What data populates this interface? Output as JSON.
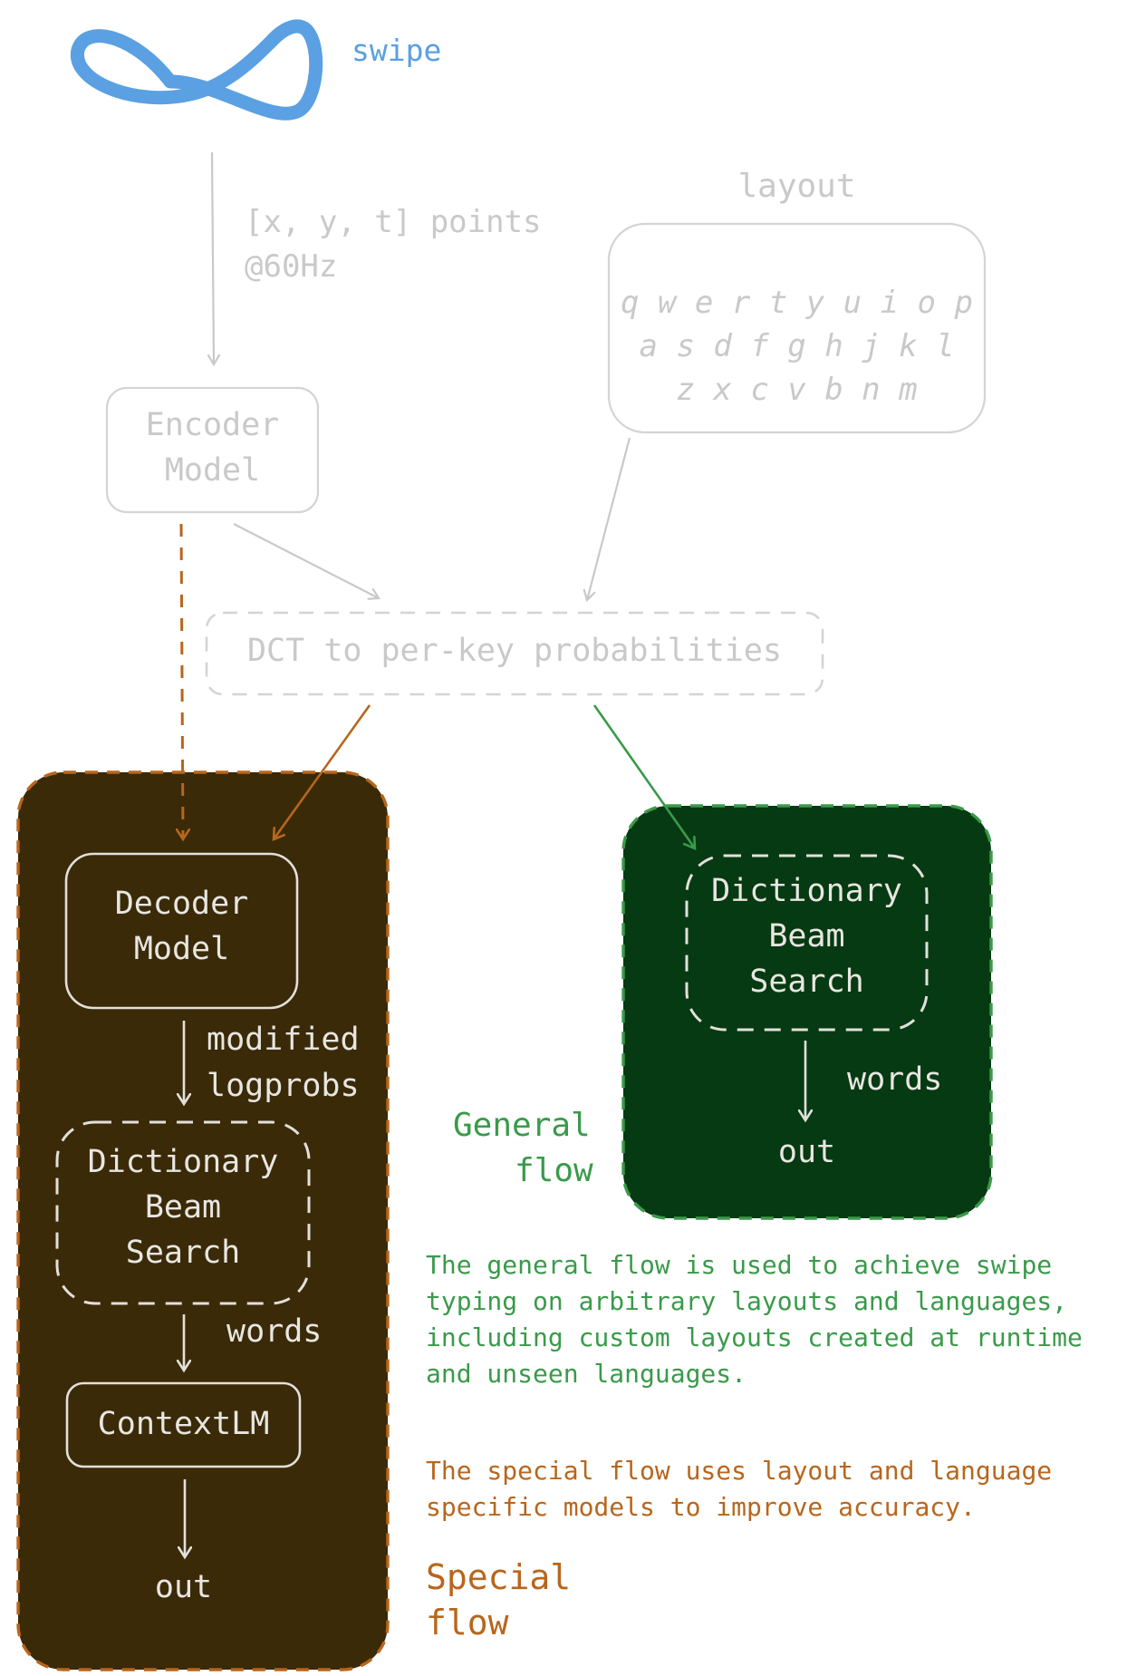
{
  "colors": {
    "grey": "#c9c9c9",
    "special_bg": "#3a2a08",
    "special_border": "#b8661c",
    "general_bg": "#063a12",
    "general_border": "#3a9a4a",
    "inner_stroke": "#e2e0db",
    "swipe": "#5aa0e2",
    "text_white": "#e8e6e1",
    "text_green": "#3a9a4a",
    "text_orange": "#b8661c"
  },
  "swipe": {
    "label": "swipe",
    "icon": "swipe-gesture-icon"
  },
  "input": {
    "points_label": "[x, y, t] points",
    "rate_label": "@60Hz"
  },
  "layout": {
    "title": "layout",
    "rows": [
      "q w e r t y u i o p",
      "a s d f g h j k l",
      "z x c v b n m"
    ]
  },
  "encoder": {
    "line1": "Encoder",
    "line2": "Model"
  },
  "dct": {
    "label": "DCT to per-key probabilities"
  },
  "special": {
    "decoder_line1": "Decoder",
    "decoder_line2": "Model",
    "edge1_line1": "modified",
    "edge1_line2": "logprobs",
    "beam_line1": "Dictionary",
    "beam_line2": "Beam",
    "beam_line3": "Search",
    "edge2_label": "words",
    "context_lm": "ContextLM",
    "out_label": "out",
    "title_line1": "Special",
    "title_line2": "flow",
    "note_line1": "The special flow uses layout and language",
    "note_line2": "specific models to improve accuracy."
  },
  "general": {
    "beam_line1": "Dictionary",
    "beam_line2": "Beam",
    "beam_line3": "Search",
    "edge_label": "words",
    "out_label": "out",
    "title_line1": "General",
    "title_line2": "flow",
    "note_line1": "The general flow is used to achieve swipe",
    "note_line2": "typing on arbitrary layouts and languages,",
    "note_line3": "including custom layouts created at runtime",
    "note_line4": "and unseen languages."
  }
}
